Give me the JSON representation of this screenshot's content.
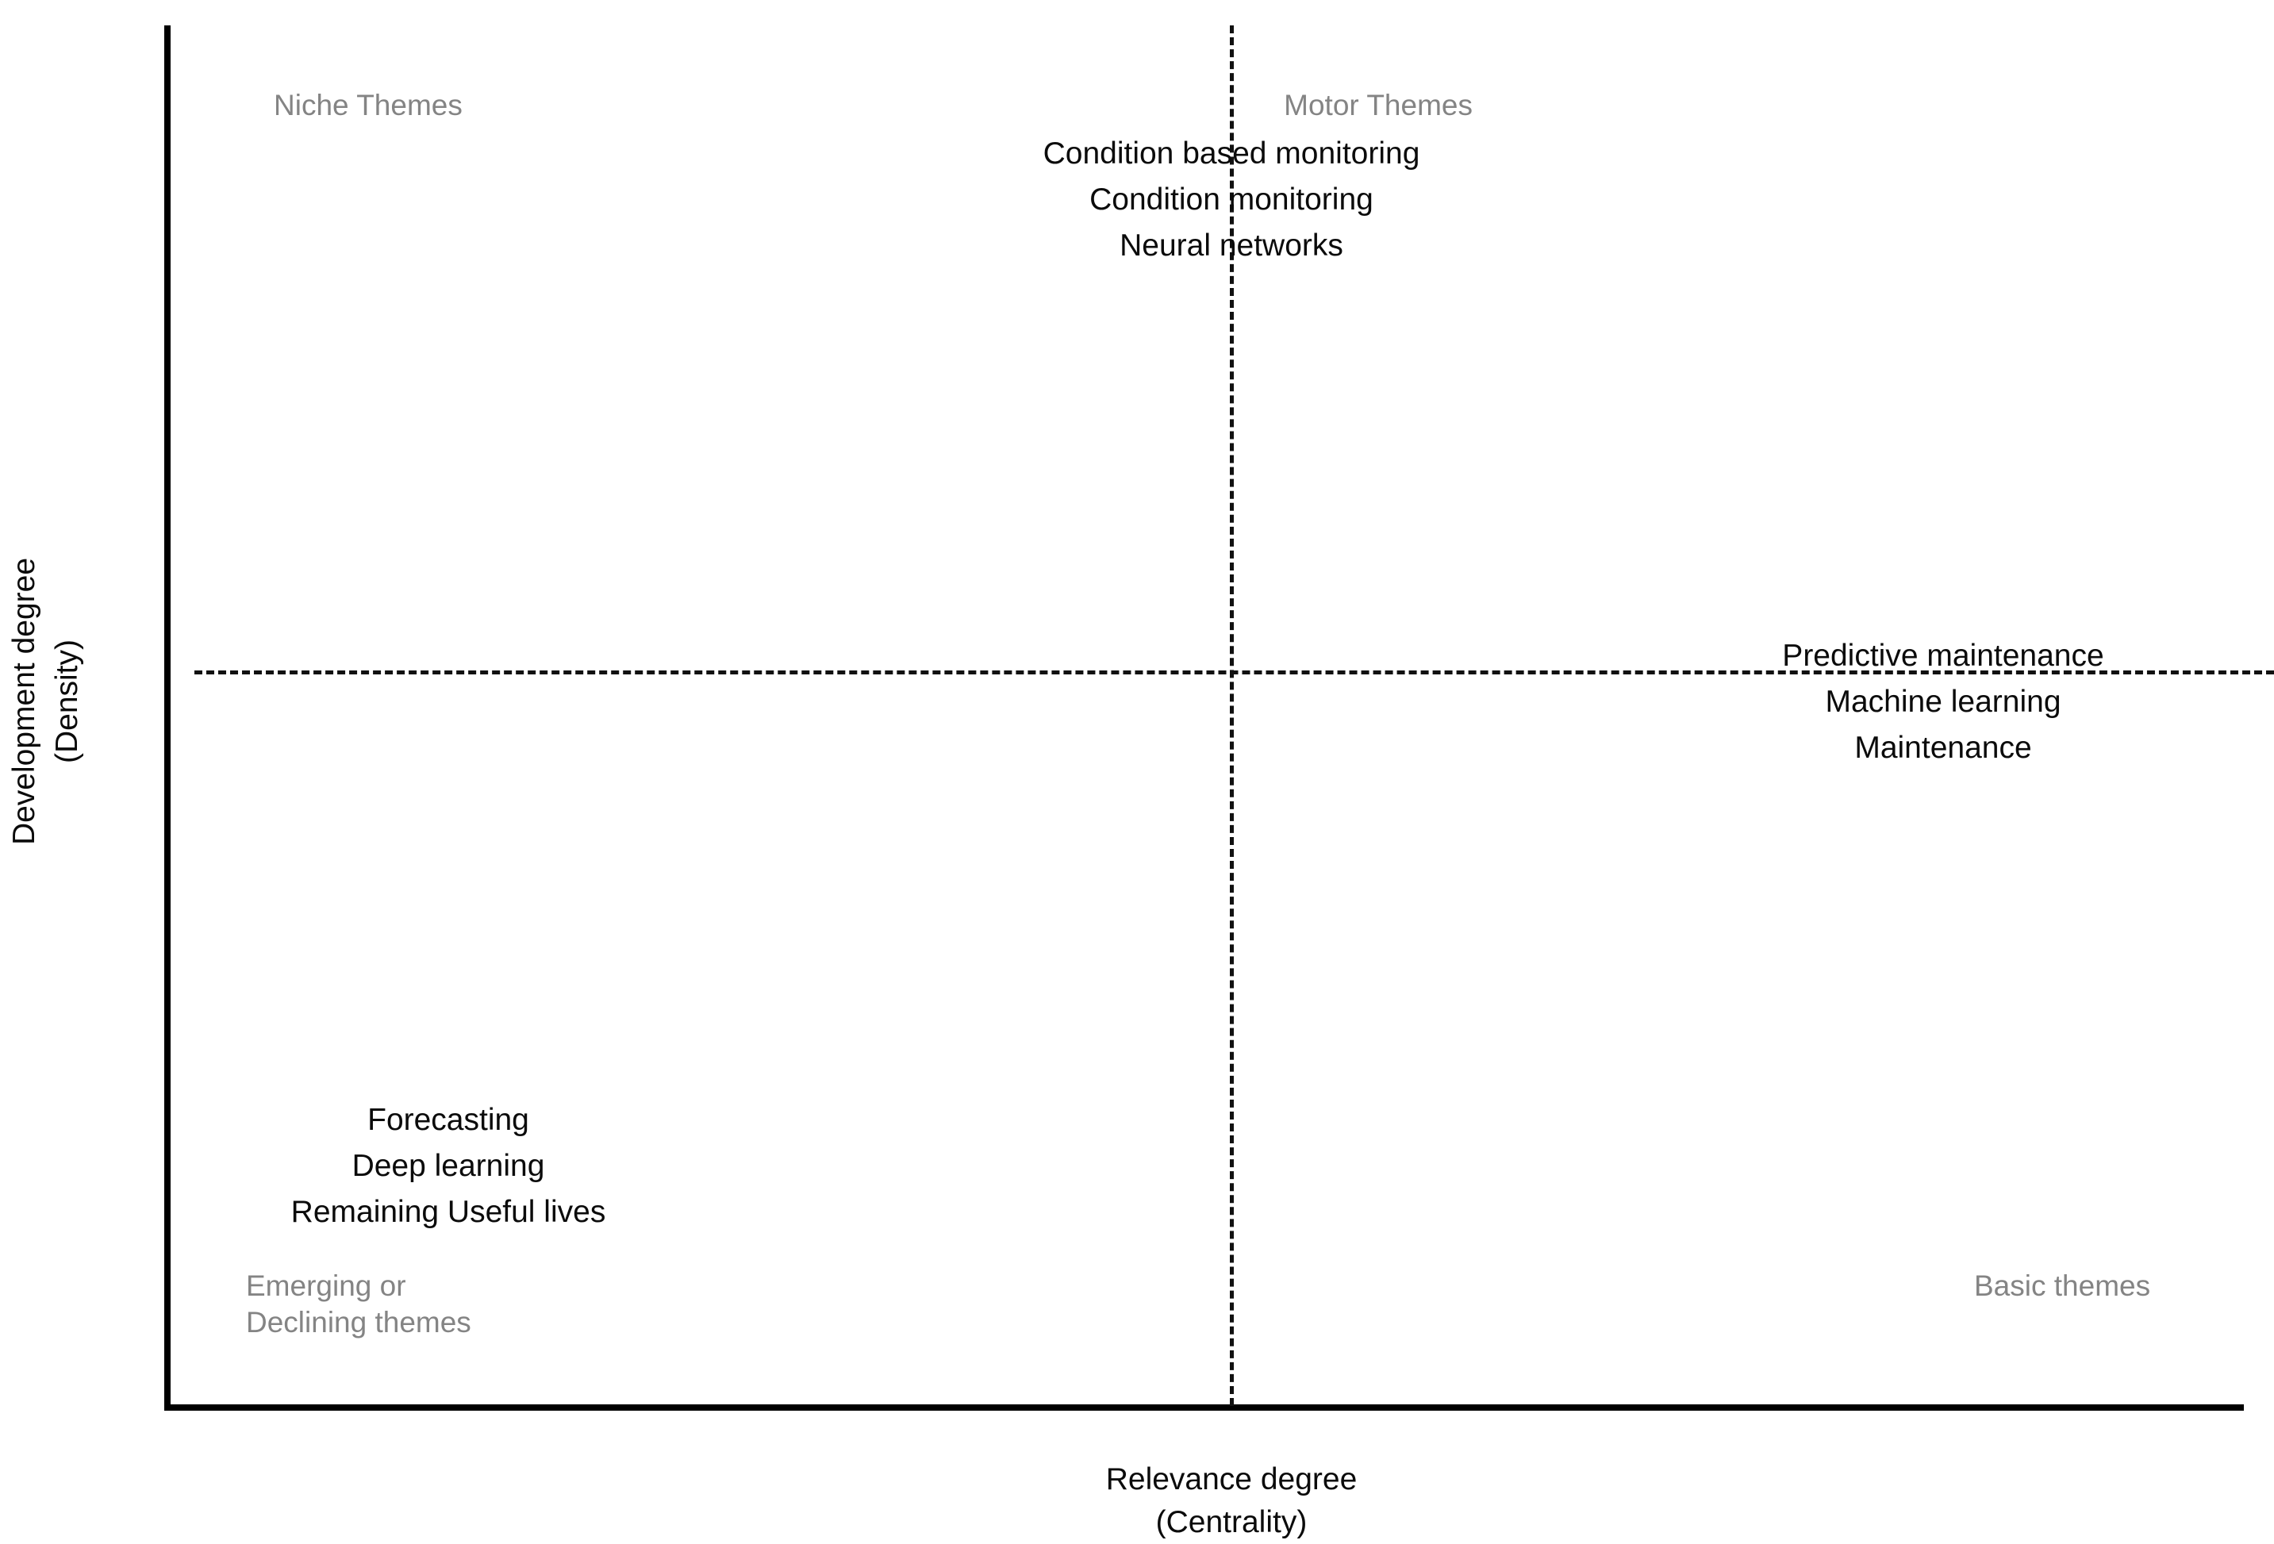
{
  "chart_data": {
    "type": "scatter",
    "title": "",
    "xlabel": "Relevance degree\n(Centrality)",
    "ylabel": "Development degree\n(Density)",
    "grid": false,
    "legend": null,
    "axis_ticks": [],
    "quadrant_labels": {
      "top_left": "Niche Themes",
      "top_right": "Motor Themes",
      "bottom_left": "Emerging or\nDeclining themes",
      "bottom_right": "Basic themes"
    },
    "divider_lines": {
      "vertical": "dashed",
      "horizontal": "dashed"
    },
    "clusters": [
      {
        "quadrant": "top-centre (Niche / Motor boundary)",
        "terms": [
          "Condition based monitoring",
          "Condition monitoring",
          "Neural networks"
        ]
      },
      {
        "quadrant": "right (Motor / Basic boundary)",
        "terms": [
          "Predictive maintenance",
          "Machine learning",
          "Maintenance"
        ]
      },
      {
        "quadrant": "bottom-left (Emerging or Declining themes)",
        "terms": [
          "Forecasting",
          "Deep learning",
          "Remaining Useful lives"
        ]
      }
    ],
    "colors": {
      "axis": "#000000",
      "divider": "#111111",
      "quadrant_label": "#848484",
      "term_text": "#0b0b0b",
      "background": "#ffffff"
    }
  },
  "axes": {
    "x_title": "Relevance degree\n(Centrality)",
    "y_title": "Development degree\n(Density)"
  },
  "quadrants": {
    "niche": "Niche Themes",
    "motor": "Motor Themes",
    "emerging": "Emerging or\nDeclining themes",
    "basic": "Basic themes"
  },
  "clusters": {
    "top": {
      "t0": "Condition based monitoring",
      "t1": "Condition monitoring",
      "t2": "Neural networks"
    },
    "right": {
      "t0": "Predictive maintenance",
      "t1": "Machine learning",
      "t2": "Maintenance"
    },
    "bottomleft": {
      "t0": "Forecasting",
      "t1": "Deep learning",
      "t2": "Remaining Useful lives"
    }
  }
}
